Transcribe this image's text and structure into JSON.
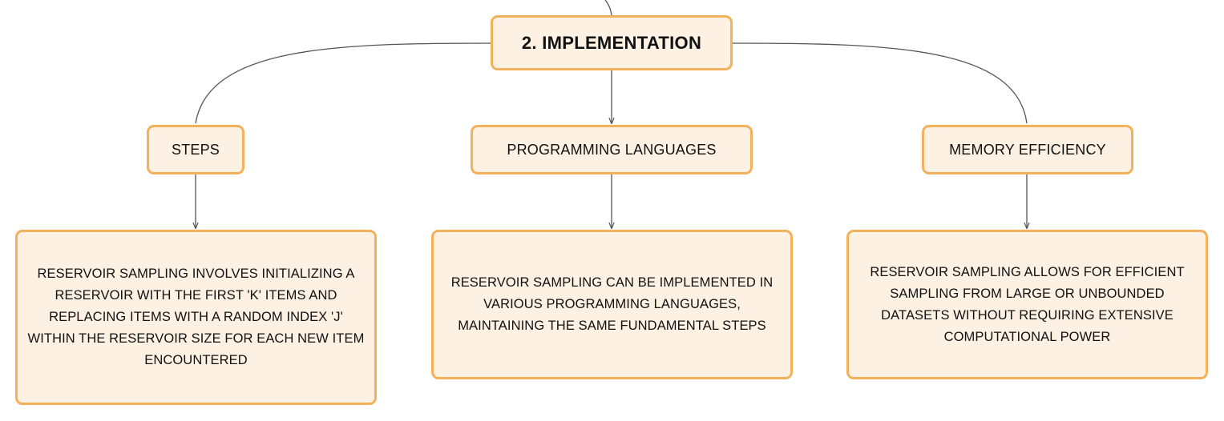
{
  "diagram": {
    "root": {
      "label": "2. IMPLEMENTATION"
    },
    "branches": [
      {
        "label": "STEPS",
        "detail": "RESERVOIR SAMPLING INVOLVES INITIALIZING A RESERVOIR WITH THE FIRST 'K' ITEMS AND REPLACING ITEMS WITH A RANDOM INDEX 'J' WITHIN THE RESERVOIR SIZE FOR EACH NEW ITEM ENCOUNTERED"
      },
      {
        "label": "PROGRAMMING LANGUAGES",
        "detail": "RESERVOIR SAMPLING CAN BE IMPLEMENTED IN VARIOUS PROGRAMMING LANGUAGES, MAINTAINING THE SAME FUNDAMENTAL STEPS"
      },
      {
        "label": "MEMORY EFFICIENCY",
        "detail": "RESERVOIR SAMPLING ALLOWS FOR EFFICIENT SAMPLING FROM LARGE OR UNBOUNDED DATASETS WITHOUT REQUIRING EXTENSIVE COMPUTATIONAL POWER"
      }
    ]
  },
  "colors": {
    "node_fill": "#fdf1e4",
    "node_border": "#f3b15b",
    "connector": "#555555"
  }
}
